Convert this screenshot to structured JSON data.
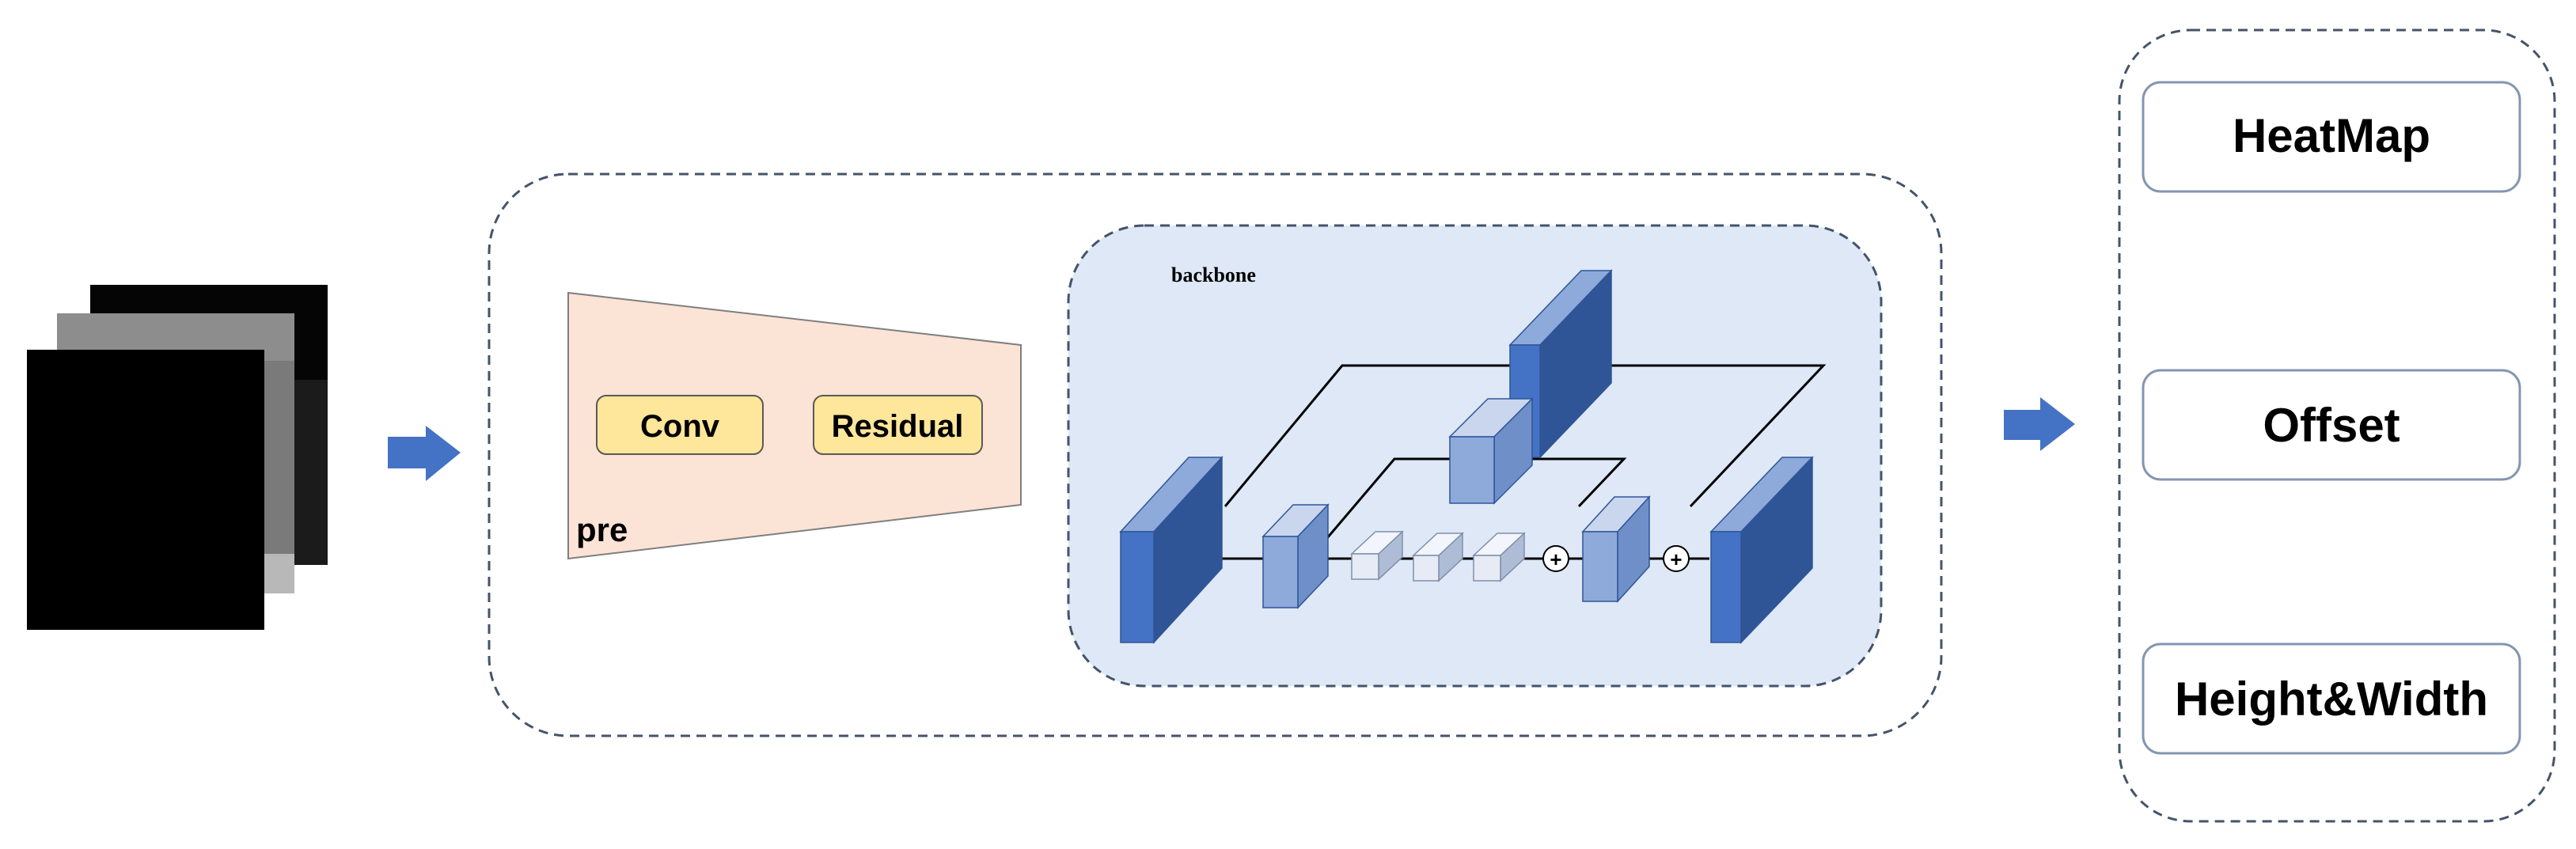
{
  "pre": {
    "label": "pre",
    "blocks": [
      "Conv",
      "Residual"
    ]
  },
  "backbone": {
    "label": "backbone",
    "merge_symbol": "+"
  },
  "outputs": [
    "HeatMap",
    "Offset",
    "Height&Width"
  ],
  "colors": {
    "dashed_border": "#44546a",
    "pre_fill": "#fbe3d6",
    "block_fill": "#fee69a",
    "backbone_fill": "#dee8f6",
    "dark_block": "#4472c4",
    "light_block": "#8eaadb",
    "arrow": "#4472c4"
  }
}
